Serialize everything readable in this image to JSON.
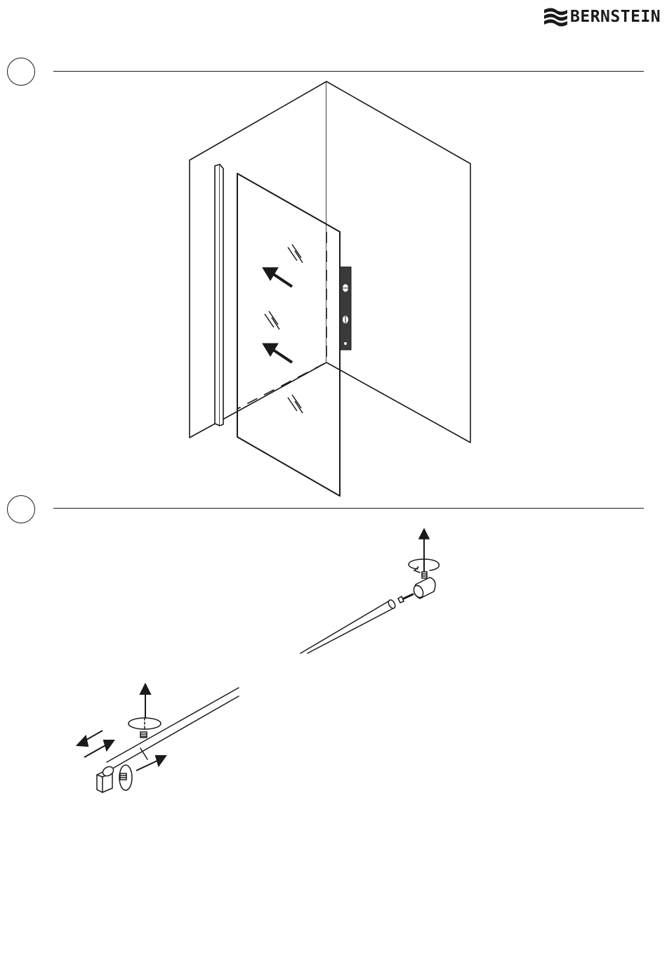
{
  "brand": {
    "name": "BERNSTEIN",
    "logo_icon": "wave-stripes-logo-icon"
  },
  "steps": [
    {
      "figure": "glass-panel-alignment-with-spirit-level"
    },
    {
      "figure": "stabilizer-bar-installation"
    }
  ],
  "colors": {
    "line": "#1a1a1a",
    "level_fill": "#3a3a3a",
    "background": "#ffffff"
  }
}
